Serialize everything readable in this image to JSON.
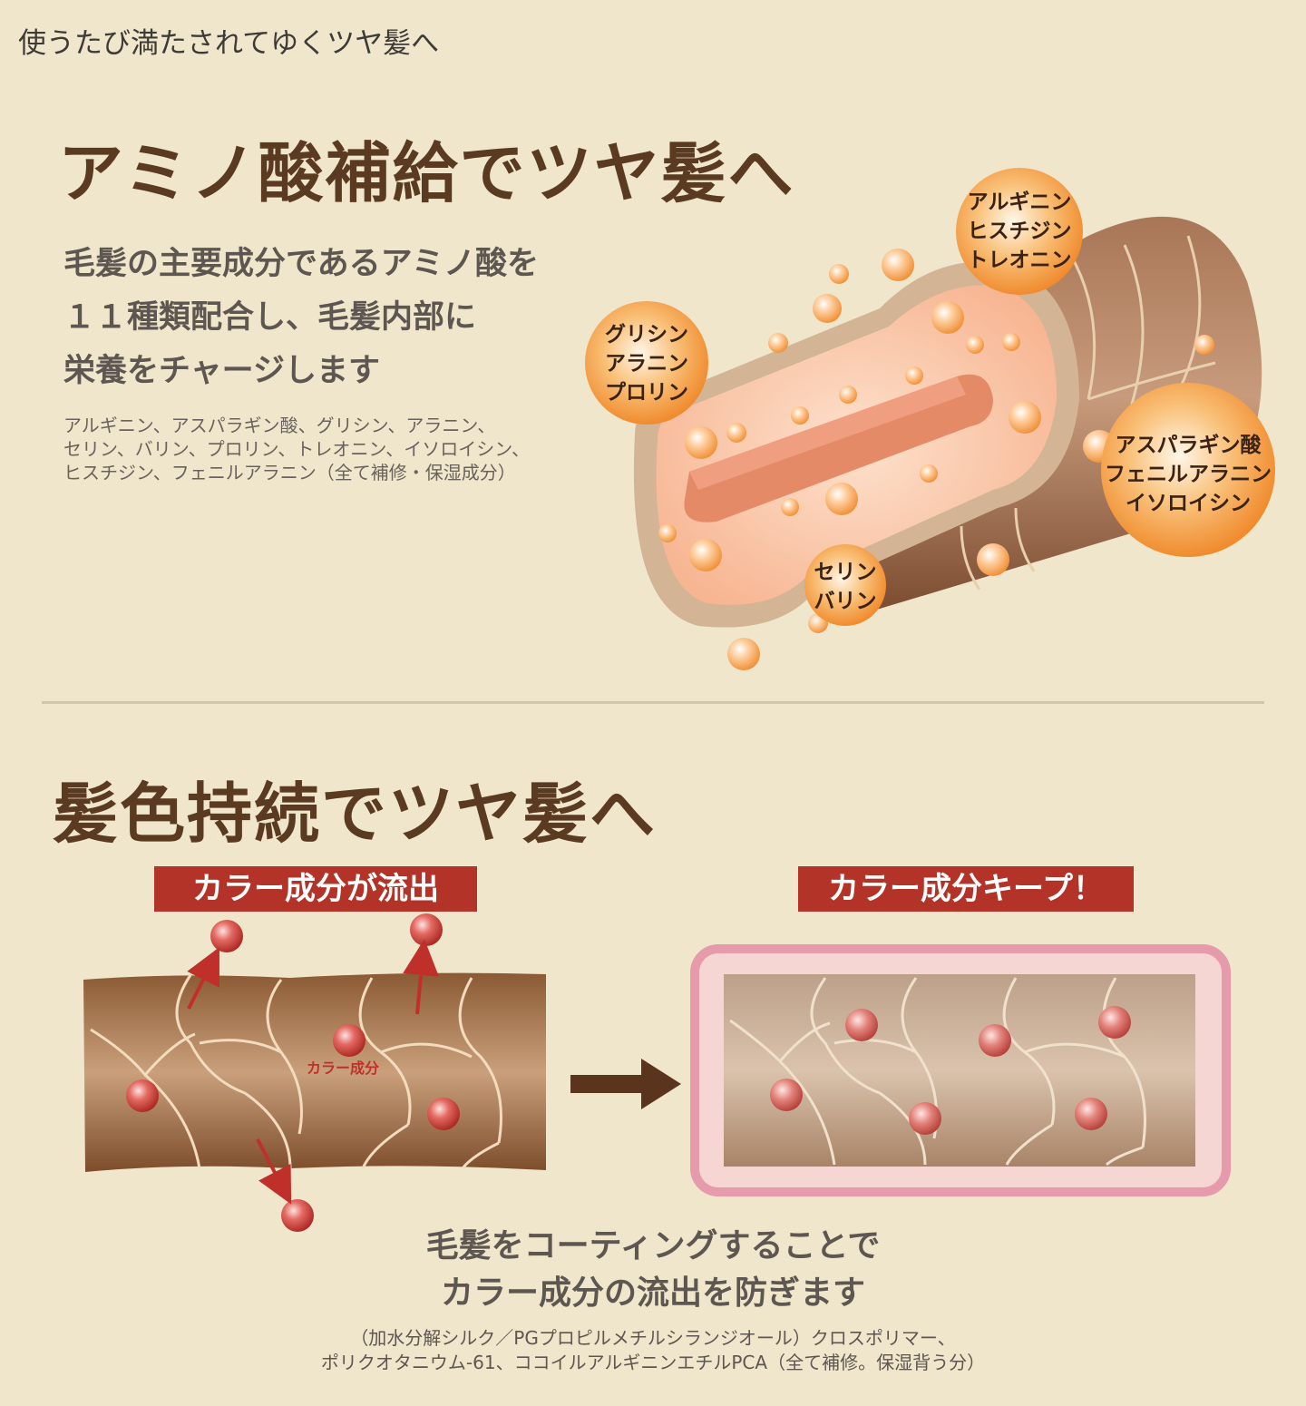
{
  "tagline": "使うたび満たされてゆくツヤ髪へ",
  "amino": {
    "title": "アミノ酸補給でツヤ髪へ",
    "lead": [
      "毛髪の主要成分であるアミノ酸を",
      "１１種類配合し、毛髪内部に",
      "栄養をチャージします"
    ],
    "ingredients": [
      "アルギニン、アスパラギン酸、グリシン、アラニン、",
      "セリン、バリン、プロリン、トレオニン、イソロイシン、",
      "ヒスチジン、フェニルアラニン（全て補修・保湿成分）"
    ],
    "bubbles": {
      "b1": [
        "グリシン",
        "アラニン",
        "プロリン"
      ],
      "b2": [
        "アルギニン",
        "ヒスチジン",
        "トレオニン"
      ],
      "b3": [
        "アスパラギン酸",
        "フェニルアラニン",
        "イソロイシン"
      ],
      "b4": [
        "セリン",
        "バリン"
      ]
    }
  },
  "color": {
    "title": "髪色持続でツヤ髪へ",
    "label_outflow": "カラー成分が流出",
    "label_keep": "カラー成分キープ！",
    "pigment_label": "カラー成分",
    "lead": [
      "毛髪をコーティングすることで",
      "カラー成分の流出を防ぎます"
    ],
    "note": [
      "（加水分解シルク／PGプロピルメチルシランジオール）クロスポリマー、",
      "ポリクオタニウム-61、ココイルアルギニンエチルPCA（全て補修。保湿背う分）"
    ]
  },
  "colors": {
    "background": "#efe6cb",
    "title_brown": "#5a3a21",
    "label_red": "#b33328",
    "bubble_orange": "#f39a2a"
  }
}
